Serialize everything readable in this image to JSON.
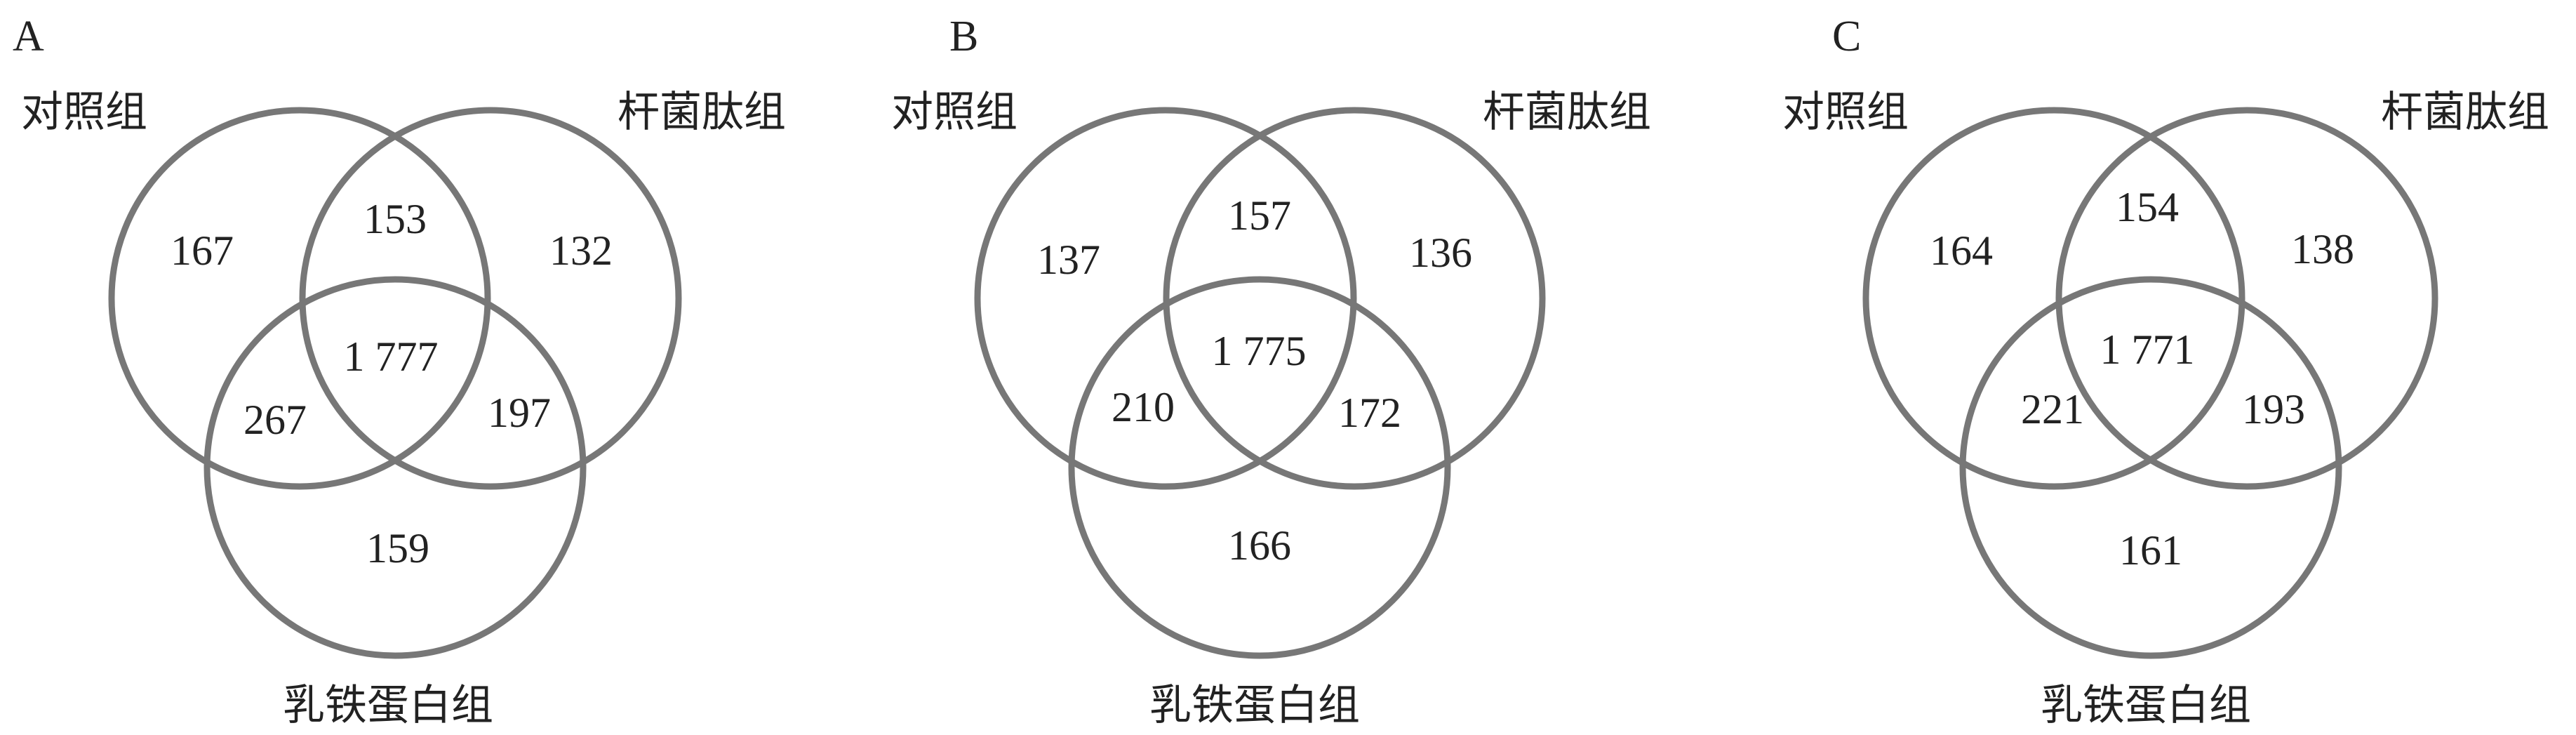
{
  "panels": [
    {
      "label": "A",
      "sets": {
        "top_left": "对照组",
        "top_right": "杆菌肽组",
        "bottom": "乳铁蛋白组"
      },
      "regions": {
        "top_left_only": "167",
        "top_left_top_right": "153",
        "top_right_only": "132",
        "all_three": "1 777",
        "top_left_bottom": "267",
        "top_right_bottom": "197",
        "bottom_only": "159"
      }
    },
    {
      "label": "B",
      "sets": {
        "top_left": "对照组",
        "top_right": "杆菌肽组",
        "bottom": "乳铁蛋白组"
      },
      "regions": {
        "top_left_only": "137",
        "top_left_top_right": "157",
        "top_right_only": "136",
        "all_three": "1 775",
        "top_left_bottom": "210",
        "top_right_bottom": "172",
        "bottom_only": "166"
      }
    },
    {
      "label": "C",
      "sets": {
        "top_left": "对照组",
        "top_right": "杆菌肽组",
        "bottom": "乳铁蛋白组"
      },
      "regions": {
        "top_left_only": "164",
        "top_left_top_right": "154",
        "top_right_only": "138",
        "all_three": "1 771",
        "top_left_bottom": "221",
        "top_right_bottom": "193",
        "bottom_only": "161"
      }
    }
  ]
}
